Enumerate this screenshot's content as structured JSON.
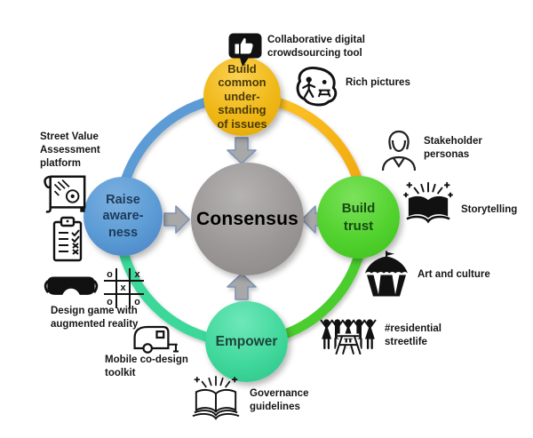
{
  "diagram_title": "Consensus building methods cycle",
  "center_node": {
    "label": "Consensus",
    "color": "#9b9797"
  },
  "nodes": {
    "top": {
      "lines": [
        "Build",
        "common",
        "under-",
        "standing",
        "of issues"
      ],
      "color": "#f0b817"
    },
    "right": {
      "lines": [
        "Build",
        "trust"
      ],
      "color": "#52d22e"
    },
    "bottom": {
      "lines": [
        "Empower"
      ],
      "color": "#41d89c"
    },
    "left": {
      "lines": [
        "Raise",
        "aware-",
        "ness"
      ],
      "color": "#5b9bd5"
    }
  },
  "ring": {
    "arc_top_left": "#5b9bd5",
    "arc_top_right_start": "#ffc82a",
    "arc_top_right_end": "#efa30c",
    "arc_bottom_right": "#4ccd2e",
    "arc_bottom_left": "#3ad89a"
  },
  "arrows": {
    "fill": "#a8a8a8",
    "stroke": "#7e93b5"
  },
  "annotations": {
    "crowdsourcing": {
      "lines": [
        "Collaborative digital",
        "crowdsourcing tool"
      ],
      "icon": "thumbs-up-bubble-icon"
    },
    "rich_pictures": {
      "lines": [
        "Rich pictures"
      ],
      "icon": "rich-pictures-icon"
    },
    "stakeholder_personas": {
      "lines": [
        "Stakeholder",
        "personas"
      ],
      "icon": "woman-persona-icon"
    },
    "storytelling": {
      "lines": [
        "Storytelling"
      ],
      "icon": "sparkle-book-icon"
    },
    "art_and_culture": {
      "lines": [
        "Art and culture"
      ],
      "icon": "circus-tent-icon"
    },
    "residential_streetlife": {
      "lines": [
        "#residential",
        "streetlife"
      ],
      "icon": "people-celebration-icon"
    },
    "governance_guidelines": {
      "lines": [
        "Governance",
        "guidelines"
      ],
      "icon": "open-book-sparkle-icon"
    },
    "mobile_codesign": {
      "lines": [
        "Mobile co-design",
        "toolkit"
      ],
      "icon": "caravan-icon"
    },
    "design_game": {
      "lines": [
        "Design game with",
        "augmented reality"
      ],
      "icon": "ar-goggles-icon",
      "tictactoe": [
        "o",
        "",
        "x",
        "",
        "x",
        "",
        "o",
        "",
        "o"
      ]
    },
    "street_value": {
      "lines": [
        "Street Value",
        "Assessment",
        "platform"
      ],
      "icon": "map-plan-icon"
    }
  }
}
